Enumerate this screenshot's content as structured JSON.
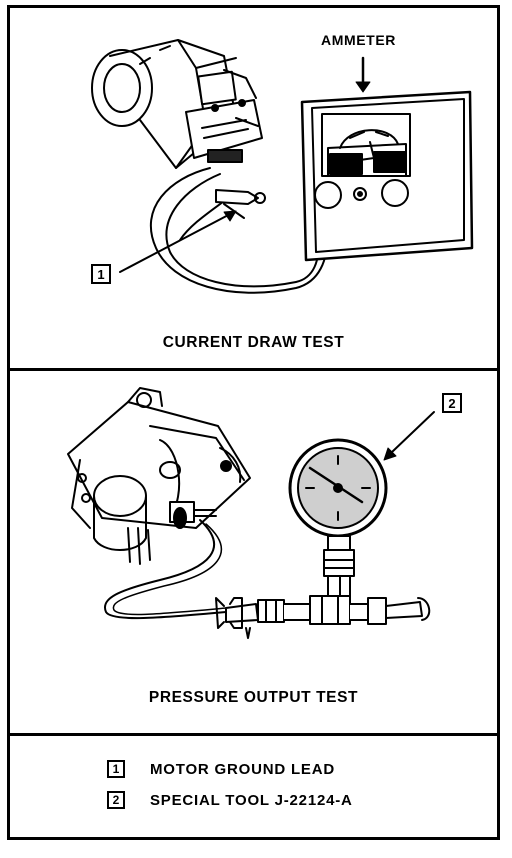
{
  "top_panel": {
    "meter_label": "AMMETER",
    "callout": "1",
    "caption": "CURRENT DRAW TEST"
  },
  "middle_panel": {
    "callout": "2",
    "caption": "PRESSURE OUTPUT TEST"
  },
  "legend": {
    "items": [
      {
        "number": "1",
        "text": "MOTOR GROUND LEAD"
      },
      {
        "number": "2",
        "text": "SPECIAL TOOL J-22124-A"
      }
    ]
  }
}
